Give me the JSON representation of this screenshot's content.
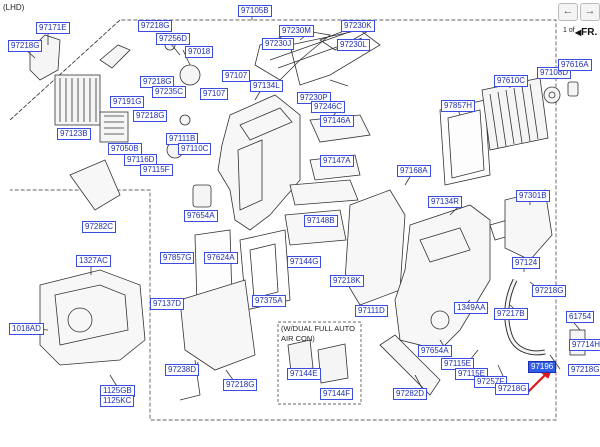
{
  "variant": "(LHD)",
  "pagination": {
    "current": "1",
    "of_label": "of"
  },
  "direction": "FR.",
  "option_box": "(W/DUAL FULL AUTO AIR CON)",
  "labels": {
    "l97105B": "97105B",
    "l97171E": "97171E",
    "l97218G_a": "97218G",
    "l97218G_b": "97218G",
    "l97256D": "97256D",
    "l97018": "97018",
    "l97123B": "97123B",
    "l97218G_c": "97218G",
    "l97235C": "97235C",
    "l97107_a": "97107",
    "l97107_b": "97107",
    "l97191G": "97191G",
    "l97218G_d": "97218G",
    "l97230M": "97230M",
    "l97230K": "97230K",
    "l97230J": "97230J",
    "l97230L": "97230L",
    "l97134L": "97134L",
    "l97230P": "97230P",
    "l97246C": "97246C",
    "l97146A": "97146A",
    "l97610C": "97610C",
    "l97108D": "97108D",
    "l97616A": "97616A",
    "l97857H": "97857H",
    "l97111B": "97111B",
    "l97050B": "97050B",
    "l97110C": "97110C",
    "l97116D": "97116D",
    "l97115F": "97115F",
    "l97147A": "97147A",
    "l97168A": "97168A",
    "l97654A_a": "97654A",
    "l97148B": "97148B",
    "l97134R": "97134R",
    "l97301B": "97301B",
    "l97282C": "97282C",
    "l97857G": "97857G",
    "l97624A": "97624A",
    "l97144G": "97144G",
    "l97124": "97124",
    "l1327AC": "1327AC",
    "l97218K": "97218K",
    "l97218G_e": "97218G",
    "l97137D": "97137D",
    "l97375A": "97375A",
    "l97111D": "97111D",
    "l1349AA": "1349AA",
    "l97217B": "97217B",
    "l61754": "61754",
    "l1018AD": "1018AD",
    "l97654A_b": "97654A",
    "l97714H": "97714H",
    "l97115E_a": "97115E",
    "l97115E_b": "97115E",
    "l97238D": "97238D",
    "l97144E": "97144E",
    "l97257F": "97257F",
    "l97218G_f": "97218G",
    "l97218G_g": "97218G",
    "l97144F": "97144F",
    "l97282D": "97282D",
    "l97218G_h": "97218G",
    "l1125GB": "1125GB",
    "l1125KC": "1125KC",
    "l97196": "97196"
  },
  "colors": {
    "label_border": "#3a4de0",
    "label_text": "#1f2fb0",
    "highlight_fill": "#2f5ce8",
    "arrow": "#e01818",
    "line_art": "#333333"
  }
}
